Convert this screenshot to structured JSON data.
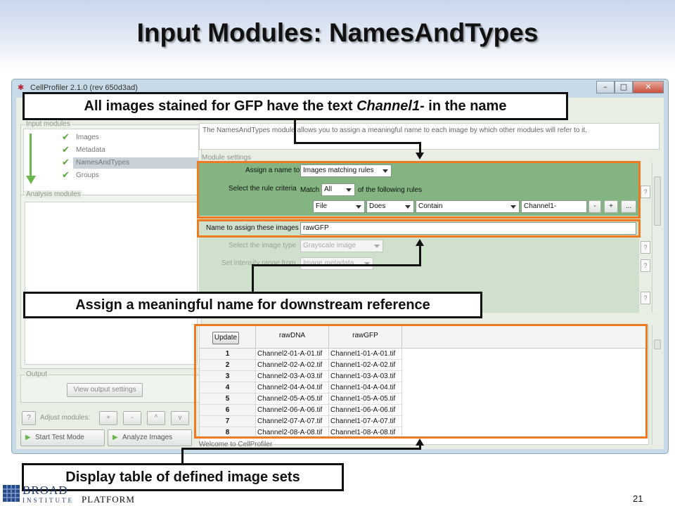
{
  "slide": {
    "title": "Input Modules: NamesAndTypes",
    "page_number": "21",
    "logo": {
      "line1": "BROAD",
      "line2": "INSTITUTE",
      "platform": "PLATFORM"
    }
  },
  "window": {
    "title": "CellProfiler 2.1.0 (rev 650d3ad)",
    "controls": {
      "minimize": "–",
      "maximize": "□",
      "close": "✕"
    }
  },
  "left_panel": {
    "input_modules_label": "Input modules",
    "input_modules": [
      {
        "label": "Images",
        "checked": true,
        "selected": false
      },
      {
        "label": "Metadata",
        "checked": true,
        "selected": false
      },
      {
        "label": "NamesAndTypes",
        "checked": true,
        "selected": true
      },
      {
        "label": "Groups",
        "checked": true,
        "selected": false
      }
    ],
    "analysis_modules_label": "Analysis modules",
    "output_label": "Output",
    "view_output_button": "View output settings",
    "adjust_label": "Adjust modules:",
    "help_button": "?",
    "add_button": "+",
    "remove_button": "-",
    "up_button": "^",
    "down_button": "v",
    "start_test_button": "Start Test Mode",
    "analyze_button": "Analyze Images"
  },
  "module": {
    "description": "The NamesAndTypes module allows you to assign a meaningful name to each image by which other modules will refer to it.",
    "settings_label": "Module settings",
    "assign_label": "Assign a name to",
    "assign_value": "Images matching rules",
    "rule_criteria_label": "Select the rule criteria",
    "match_label": "Match",
    "match_value": "All",
    "following_label": "of the following rules",
    "rule": {
      "subject": "File",
      "operator": "Does",
      "predicate": "Contain",
      "value": "Channel1-"
    },
    "rule_buttons": {
      "remove": "-",
      "add": "+",
      "more": "..."
    },
    "name_label": "Name to assign these images",
    "name_value": "rawGFP",
    "image_type_label": "Select the image type",
    "image_type_value": "Grayscale image",
    "intensity_label": "Set intensity range from",
    "intensity_value": "Image metadata",
    "help_button": "?"
  },
  "table": {
    "update_button": "Update",
    "columns": [
      "rawDNA",
      "rawGFP"
    ],
    "rows": [
      {
        "n": "1",
        "dna": "Channel2-01-A-01.tif",
        "gfp": "Channel1-01-A-01.tif"
      },
      {
        "n": "2",
        "dna": "Channel2-02-A-02.tif",
        "gfp": "Channel1-02-A-02.tif"
      },
      {
        "n": "3",
        "dna": "Channel2-03-A-03.tif",
        "gfp": "Channel1-03-A-03.tif"
      },
      {
        "n": "4",
        "dna": "Channel2-04-A-04.tif",
        "gfp": "Channel1-04-A-04.tif"
      },
      {
        "n": "5",
        "dna": "Channel2-05-A-05.tif",
        "gfp": "Channel1-05-A-05.tif"
      },
      {
        "n": "6",
        "dna": "Channel2-06-A-06.tif",
        "gfp": "Channel1-06-A-06.tif"
      },
      {
        "n": "7",
        "dna": "Channel2-07-A-07.tif",
        "gfp": "Channel1-07-A-07.tif"
      },
      {
        "n": "8",
        "dna": "Channel2-08-A-08.tif",
        "gfp": "Channel1-08-A-08.tif"
      }
    ]
  },
  "status_text": "Welcome to CellProfiler",
  "callouts": {
    "gfp_before": "All images stained for GFP have the text ",
    "gfp_italic": "Channel1-",
    "gfp_after": " in the name",
    "name": "Assign a meaningful name for downstream reference",
    "table": "Display table of defined image sets"
  },
  "colors": {
    "highlight_orange": "#ee7b22",
    "rules_green": "#84b482",
    "settings_green": "#cfe1cc",
    "check_green": "#5ba43b"
  },
  "icons": {
    "check": "✔",
    "play": "▶"
  }
}
